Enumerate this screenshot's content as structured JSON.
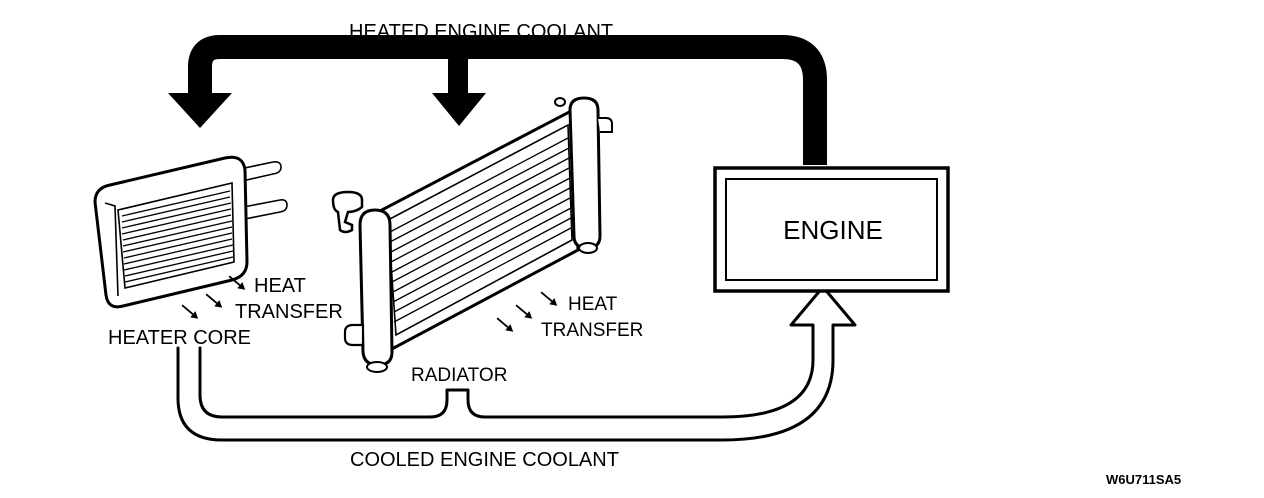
{
  "labels": {
    "heated_coolant": "HEATED ENGINE COOLANT",
    "cooled_coolant": "COOLED ENGINE COOLANT",
    "engine": "ENGINE",
    "heater_core": "HEATER CORE",
    "radiator": "RADIATOR",
    "heat_transfer_heater": {
      "line1": "HEAT",
      "line2": "TRANSFER"
    },
    "heat_transfer_radiator": {
      "line1": "HEAT",
      "line2": "TRANSFER"
    },
    "figure_code": "W6U711SA5"
  }
}
